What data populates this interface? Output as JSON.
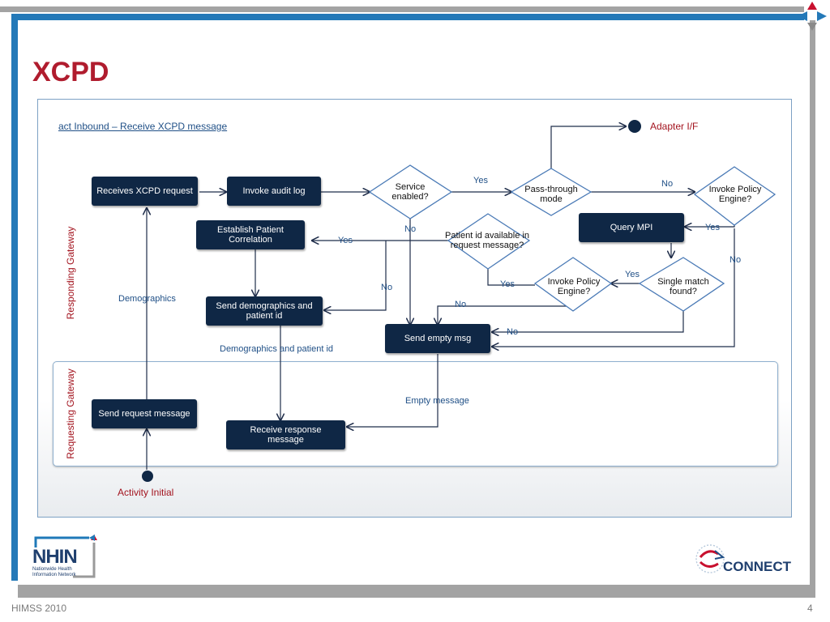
{
  "slide": {
    "title": "XCPD",
    "footer": "HIMSS 2010",
    "page_number": "4"
  },
  "diagram": {
    "caption": "act Inbound – Receive XCPD message",
    "lanes": {
      "responding": "Responding Gateway",
      "requesting": "Requesting Gateway"
    },
    "nodes": {
      "receives_request": "Receives XCPD request",
      "invoke_audit": "Invoke audit log",
      "service_enabled": "Service enabled?",
      "pass_through": "Pass-through mode",
      "invoke_policy_1": "Invoke Policy Engine?",
      "adapter": "Adapter I/F",
      "establish_correlation": "Establish Patient Correlation",
      "patient_id_available": "Patient id available in request message?",
      "query_mpi": "Query MPI",
      "invoke_policy_2": "Invoke Policy Engine?",
      "single_match": "Single match found?",
      "send_demographics": "Send demographics and patient id",
      "send_empty": "Send empty msg",
      "send_request": "Send request message",
      "receive_response": "Receive response message",
      "activity_initial": "Activity Initial"
    },
    "edge_labels": {
      "yes_service": "Yes",
      "no_policy1": "No",
      "no_service": "No",
      "yes_patient": "Yes",
      "yes_policy1": "Yes",
      "no_policy1_down": "No",
      "no_patient": "No",
      "yes_single": "Yes",
      "yes_policy2": "Yes",
      "no_policy2": "No",
      "no_single": "No",
      "demographics": "Demographics",
      "demographics_patient_id": "Demographics and patient id",
      "empty_message": "Empty message"
    }
  },
  "logos": {
    "nhin": "NHIN",
    "nhin_sub1": "Nationwide Health",
    "nhin_sub2": "Information Network",
    "connect": "CONNECT"
  },
  "colors": {
    "title_red": "#b01c2e",
    "node_navy": "#0f2745",
    "label_blue": "#1f4f86",
    "bar_gray": "#9a9a9a",
    "bar_blue": "#1f79b8"
  }
}
